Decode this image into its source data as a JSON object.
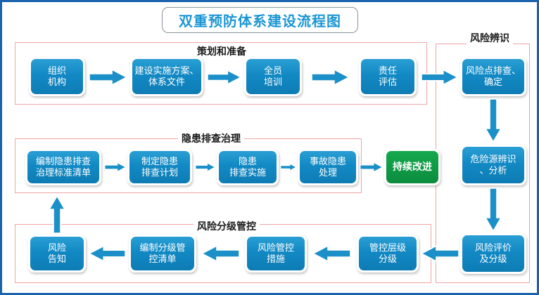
{
  "title": "双重预防体系建设流程图",
  "groups": [
    {
      "id": "planning",
      "label": "策划和准备"
    },
    {
      "id": "hazard",
      "label": "隐患排查治理"
    },
    {
      "id": "grading",
      "label": "风险分级管控"
    },
    {
      "id": "identify",
      "label": "风险辨识"
    }
  ],
  "nodes": {
    "row1": [
      {
        "id": "org",
        "lines": [
          "组织",
          "机构"
        ]
      },
      {
        "id": "plan-doc",
        "lines": [
          "建设实施方案、",
          "体系文件"
        ]
      },
      {
        "id": "training",
        "lines": [
          "全员",
          "培训"
        ]
      },
      {
        "id": "assess",
        "lines": [
          "责任",
          "评估"
        ]
      }
    ],
    "row2": [
      {
        "id": "std-list",
        "lines": [
          "编制隐患排查",
          "治理标准清单"
        ]
      },
      {
        "id": "plan-check",
        "lines": [
          "制定隐患",
          "排查计划"
        ]
      },
      {
        "id": "do-check",
        "lines": [
          "隐患",
          "排查实施"
        ]
      },
      {
        "id": "handle",
        "lines": [
          "事故隐患",
          "处理"
        ]
      },
      {
        "id": "improve",
        "lines": [
          "持续改进"
        ],
        "color": "green"
      }
    ],
    "row3": [
      {
        "id": "notify",
        "lines": [
          "风险",
          "告知"
        ]
      },
      {
        "id": "ctrl-list",
        "lines": [
          "编制分级管",
          "控清单"
        ]
      },
      {
        "id": "measures",
        "lines": [
          "风险管控",
          "措施"
        ]
      },
      {
        "id": "levels",
        "lines": [
          "管控层级",
          "分级"
        ]
      }
    ],
    "col": [
      {
        "id": "risk-point",
        "lines": [
          "风险点排查、",
          "确定"
        ]
      },
      {
        "id": "source",
        "lines": [
          "危险源辨识",
          "、分析"
        ]
      },
      {
        "id": "evaluate",
        "lines": [
          "风险评价",
          "及分级"
        ]
      }
    ]
  },
  "colors": {
    "node_blue": "#1289c4",
    "node_green": "#0f9a45",
    "arrow_blue": "#1a8fc8",
    "frame_blue": "#1a62ad",
    "group_red": "#f0a4a4",
    "title_blue": "#1c96d4"
  }
}
